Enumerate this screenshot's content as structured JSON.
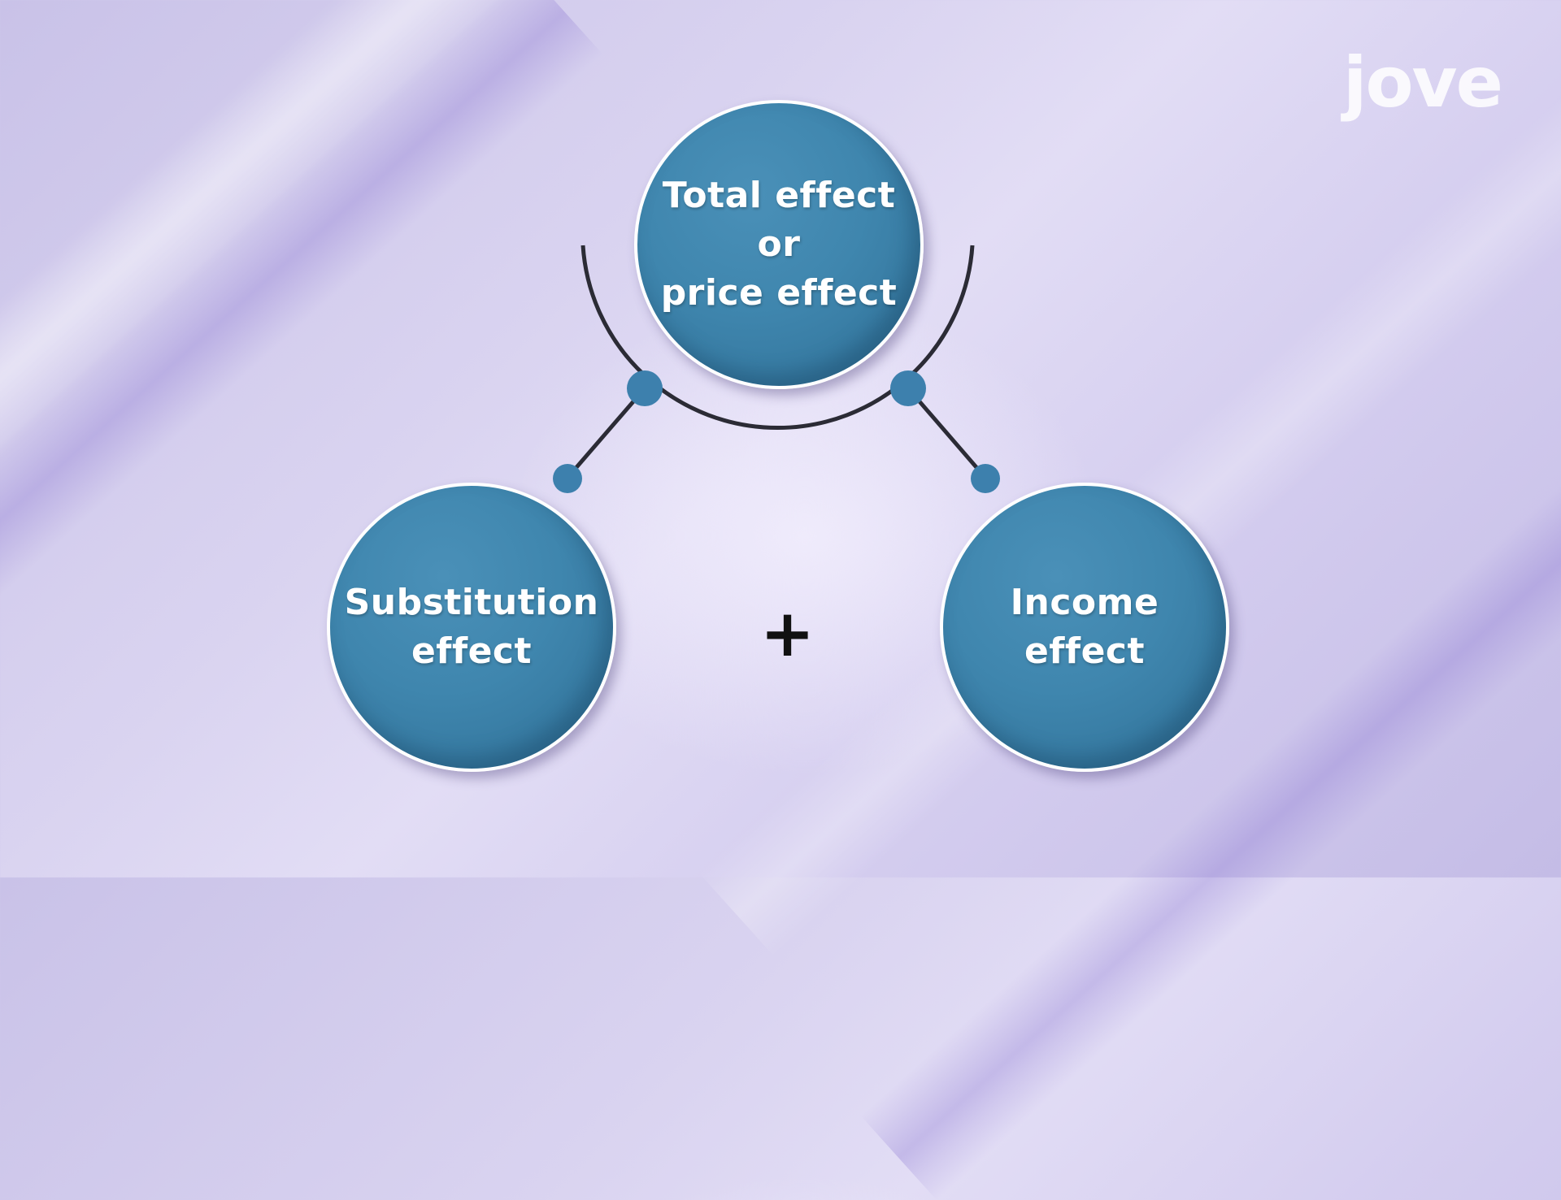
{
  "diagram": {
    "top_node": {
      "label": "Total effect\nor\nprice effect"
    },
    "left_node": {
      "label": "Substitution\neffect"
    },
    "right_node": {
      "label": "Income\neffect"
    },
    "operator": "+"
  },
  "logo": {
    "text": "jove"
  },
  "colors": {
    "node_fill": "#3f86ae",
    "node_border": "#ffffff",
    "connector": "#2b2b35",
    "connector_dot": "#3d80ad",
    "background": "#d9d3f0"
  }
}
